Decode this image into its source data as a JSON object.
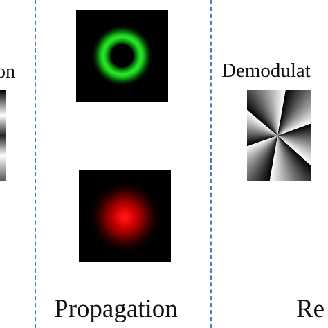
{
  "labels": {
    "left_partial": "on",
    "demodulation_partial": "Demodulat",
    "propagation": "Propagation",
    "right_partial": "Re"
  },
  "panels": {
    "green_ring": "#2ee82e",
    "red_spot": "#ff1a1a",
    "divider_color": "#4a7ebb"
  }
}
